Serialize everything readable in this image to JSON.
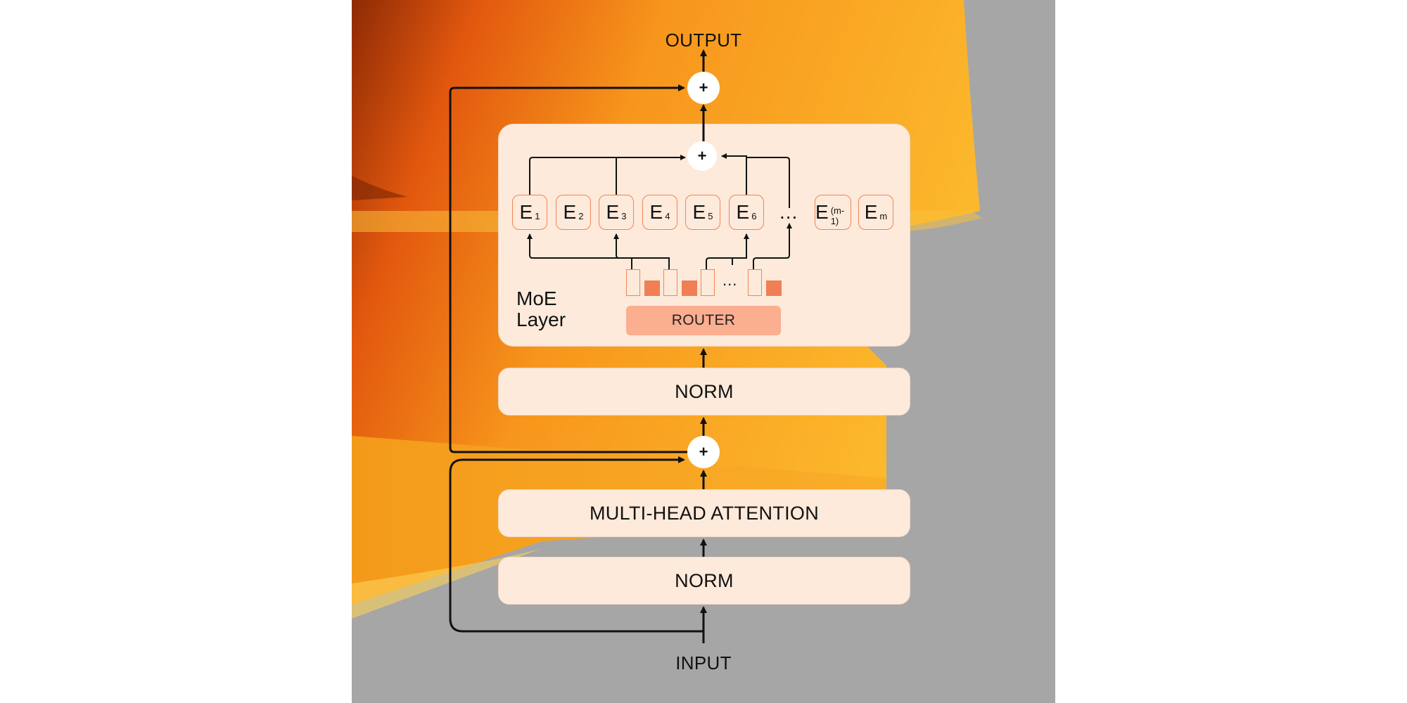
{
  "diagram": {
    "output_label": "OUTPUT",
    "input_label": "INPUT",
    "moe_label_line1": "MoE",
    "moe_label_line2": "Layer",
    "router_label": "ROUTER",
    "norm_top_label": "NORM",
    "attention_label": "MULTI-HEAD ATTENTION",
    "norm_bottom_label": "NORM",
    "plus_symbol": "+",
    "ellipsis": "...",
    "experts": [
      {
        "base": "E",
        "sub": "1"
      },
      {
        "base": "E",
        "sub": "2"
      },
      {
        "base": "E",
        "sub": "3"
      },
      {
        "base": "E",
        "sub": "4"
      },
      {
        "base": "E",
        "sub": "5"
      },
      {
        "base": "E",
        "sub": "6"
      },
      {
        "base": "E",
        "sub": "(m-1)"
      },
      {
        "base": "E",
        "sub": "m"
      }
    ]
  },
  "colors": {
    "box_fill": "#fdeadb",
    "router_fill": "#fbae90",
    "expert_border": "#f08457",
    "token_fill": "#f07f55",
    "background_gray": "#a6a6a6",
    "background_orange": "#f7a21e"
  }
}
